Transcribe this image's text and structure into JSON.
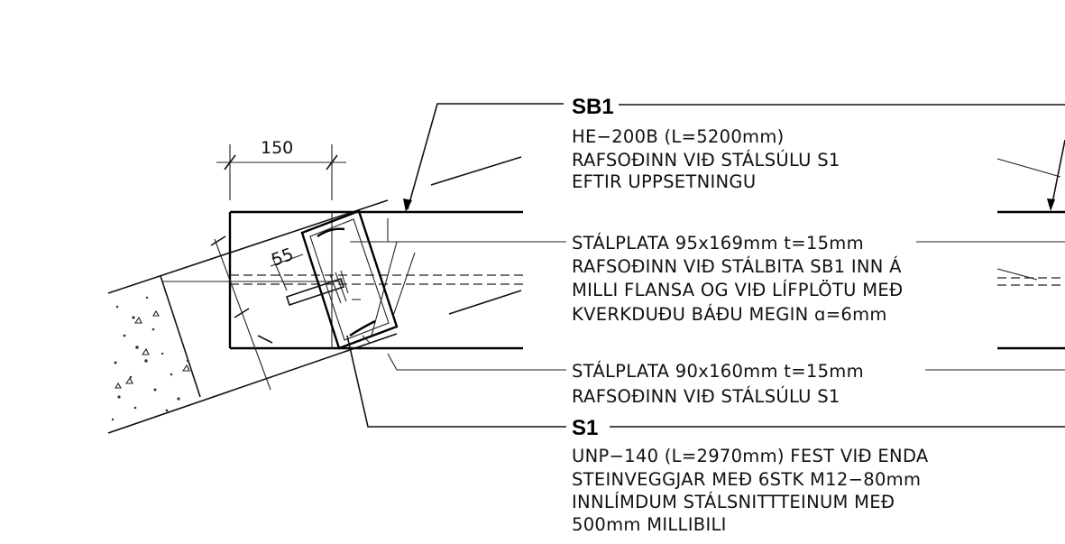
{
  "dimensions": {
    "width_150": "150",
    "offset_55": "55"
  },
  "callouts": {
    "sb1": {
      "title": "SB1",
      "lines": [
        "HE−200B (L=5200mm)",
        "RAFSOÐINN VIÐ STÁLSÚLU S1",
        "EFTIR UPPSETNINGU"
      ]
    },
    "plate1": {
      "lines": [
        "STÁLPLATA 95x169mm t=15mm",
        "RAFSOÐINN VIÐ STÁLBITA SB1 INN Á",
        "MILLI FLANSA OG VIÐ LÍFPLÖTU MEÐ",
        "KVERKDUÐU BÁÐU MEGIN ɑ=6mm"
      ]
    },
    "plate2": {
      "lines": [
        "STÁLPLATA 90x160mm t=15mm",
        "RAFSOÐINN VIÐ STÁLSÚLU S1"
      ]
    },
    "s1": {
      "title": "S1",
      "lines": [
        "UNP−140 (L=2970mm) FEST VIÐ ENDA",
        "STEINVEGGJAR MEÐ 6STK M12−80mm",
        "INNLÍMDUM STÁLSNITTTEINUM MEÐ",
        "500mm MILLIBILI"
      ]
    }
  },
  "icons": {
    "arrow": "leader-arrow-icon",
    "concrete": "concrete-hatch-icon"
  }
}
